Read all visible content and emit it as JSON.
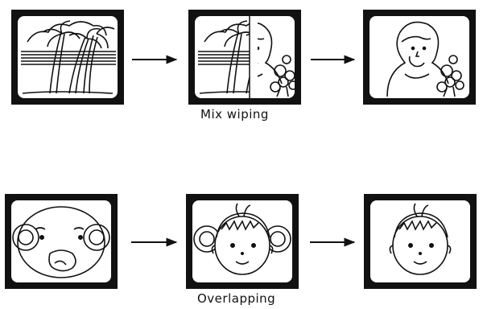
{
  "rows": [
    {
      "caption": "Mix wiping",
      "frames": [
        "beach-palm-trees-scene",
        "wipe-transition-scene",
        "girl-with-flowers-scene"
      ]
    },
    {
      "caption": "Overlapping",
      "frames": [
        "bear-face-scene",
        "overlapped-bear-and-child-scene",
        "child-face-scene"
      ]
    }
  ],
  "colors": {
    "ink": "#111111",
    "background": "#ffffff"
  }
}
